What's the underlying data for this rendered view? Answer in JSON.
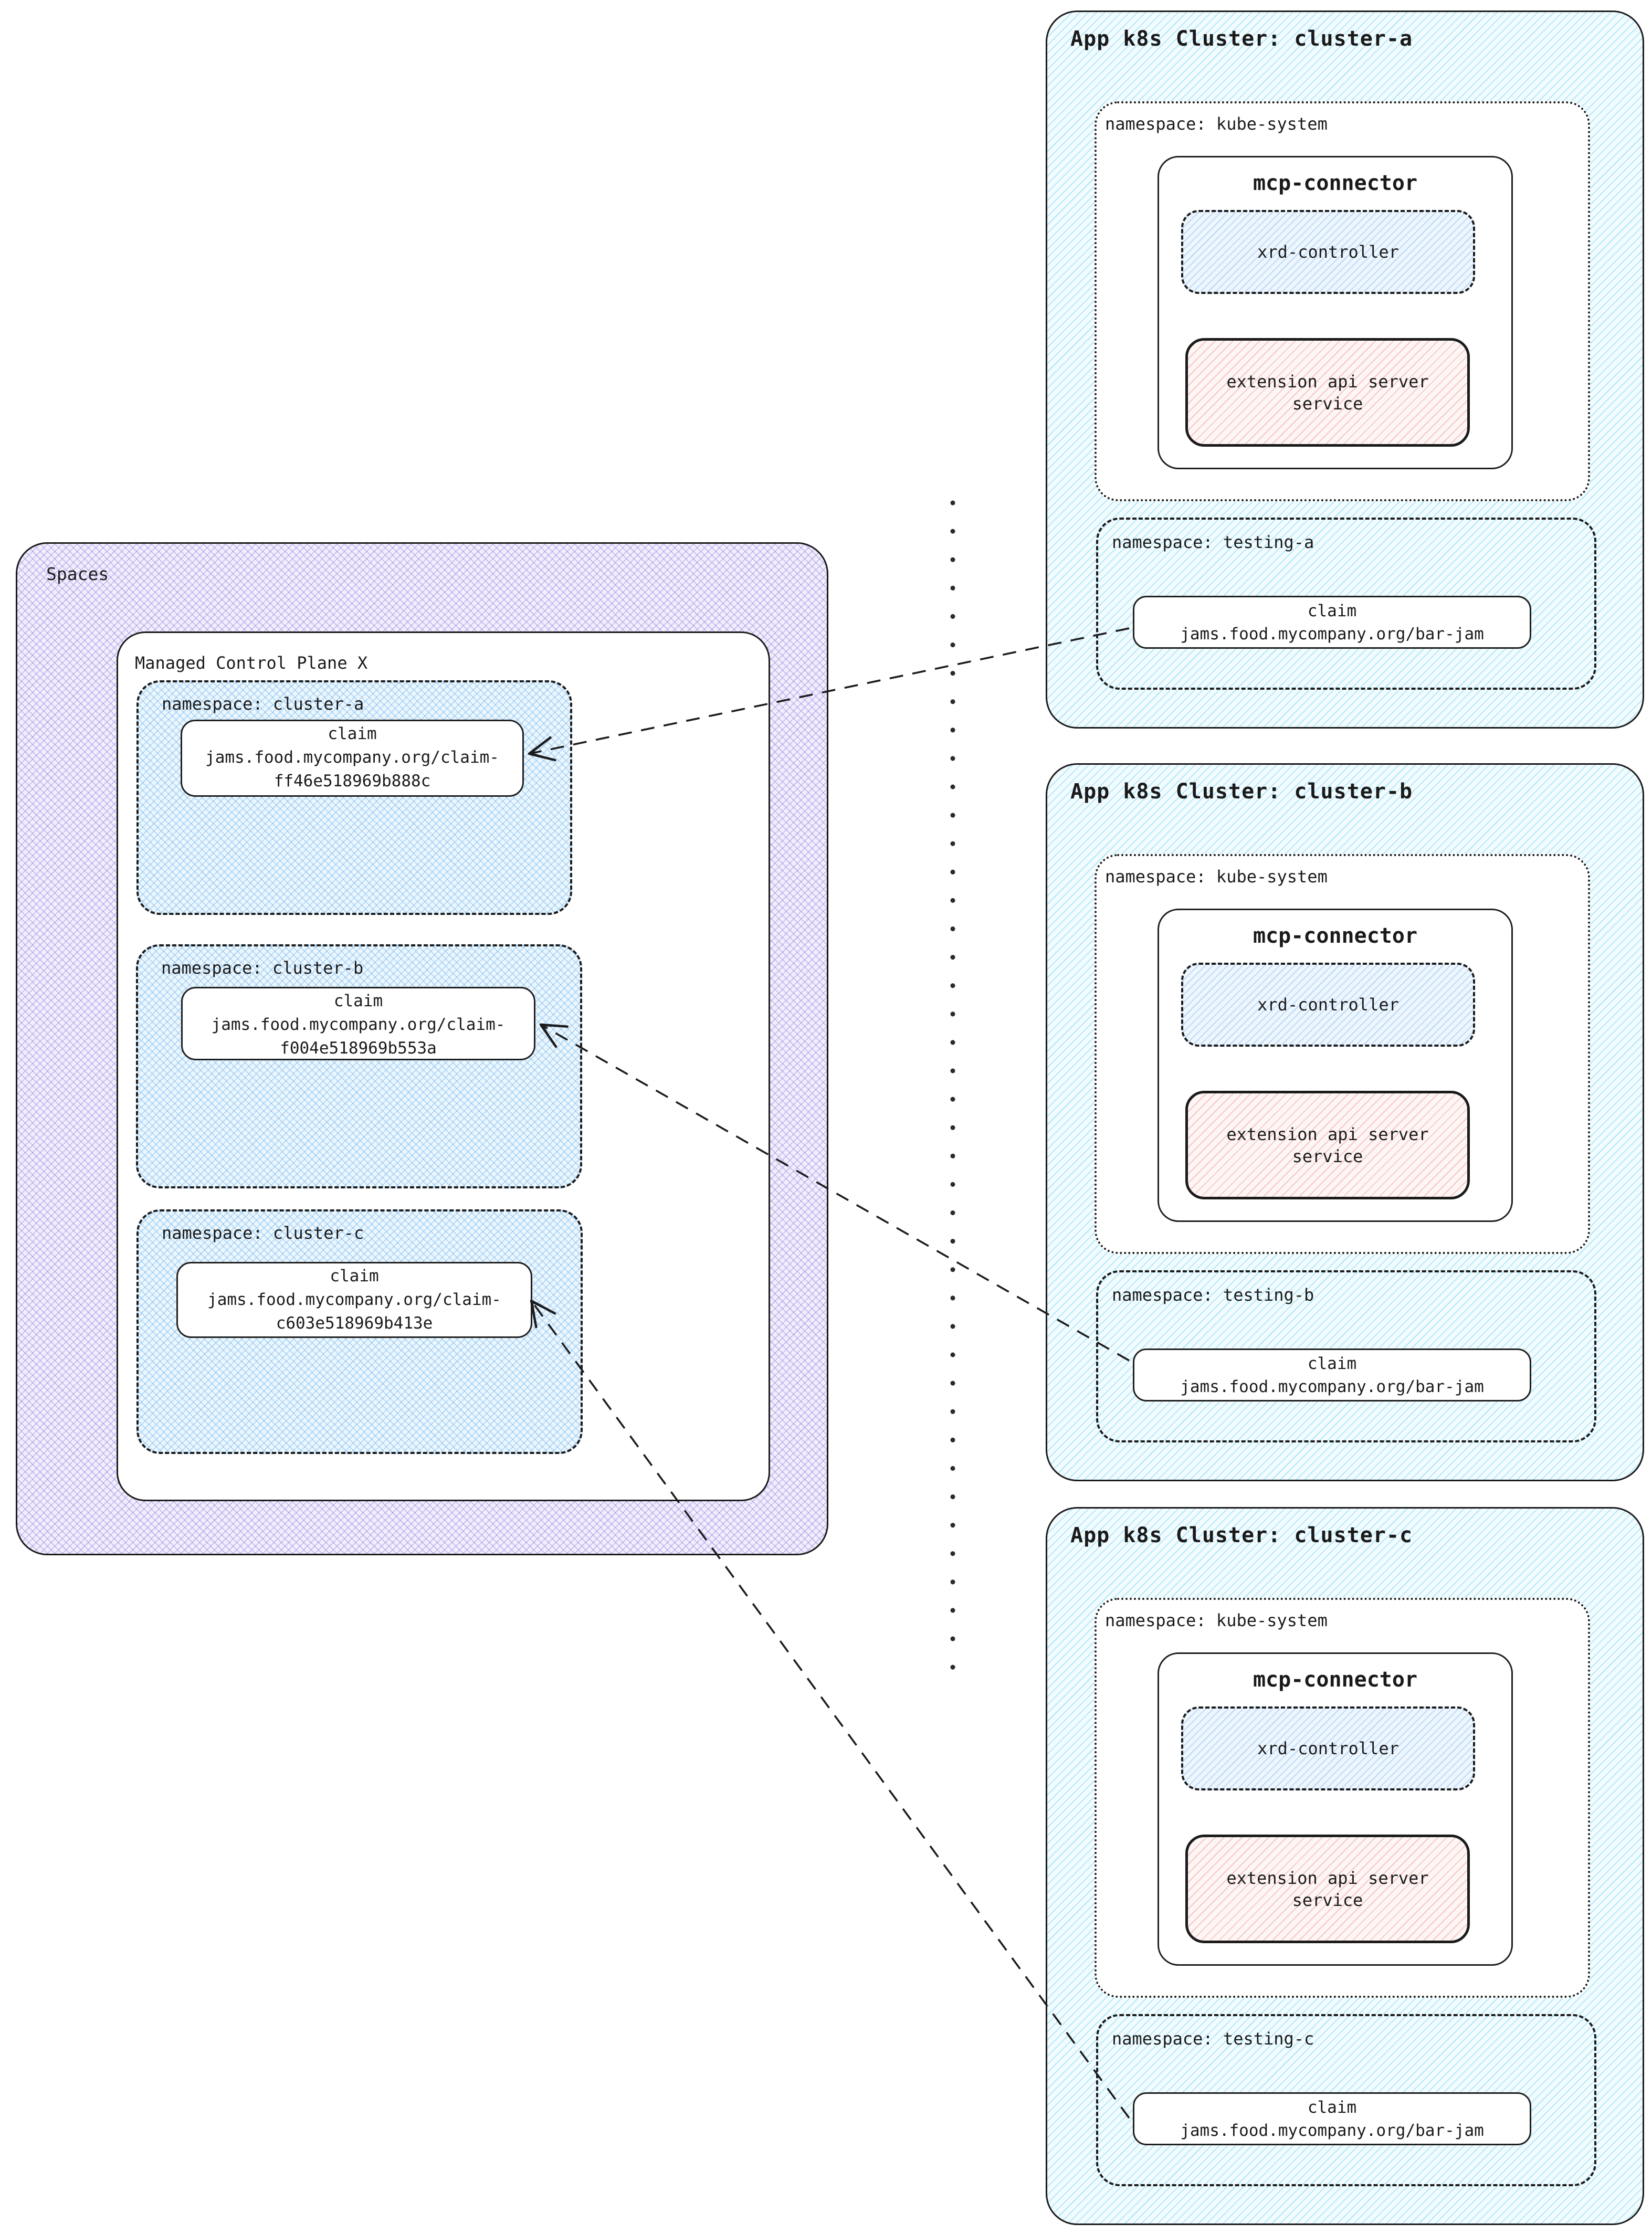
{
  "spaces": {
    "label": "Spaces",
    "control_plane": {
      "label": "Managed Control Plane X",
      "namespaces": [
        {
          "label": "namespace: cluster-a",
          "claim": {
            "title": "claim",
            "line1": "jams.food.mycompany.org/claim-",
            "line2": "ff46e518969b888c"
          }
        },
        {
          "label": "namespace: cluster-b",
          "claim": {
            "title": "claim",
            "line1": "jams.food.mycompany.org/claim-",
            "line2": "f004e518969b553a"
          }
        },
        {
          "label": "namespace: cluster-c",
          "claim": {
            "title": "claim",
            "line1": "jams.food.mycompany.org/claim-",
            "line2": "c603e518969b413e"
          }
        }
      ]
    }
  },
  "clusters": [
    {
      "title": "App k8s Cluster: cluster-a",
      "kube_system": {
        "label": "namespace: kube-system",
        "mcp_connector": {
          "title": "mcp-connector",
          "xrd_controller": "xrd-controller",
          "extension_line1": "extension api server",
          "extension_line2": "service"
        }
      },
      "testing": {
        "label": "namespace: testing-a",
        "claim": {
          "title": "claim",
          "value": "jams.food.mycompany.org/bar-jam"
        }
      }
    },
    {
      "title": "App k8s Cluster: cluster-b",
      "kube_system": {
        "label": "namespace: kube-system",
        "mcp_connector": {
          "title": "mcp-connector",
          "xrd_controller": "xrd-controller",
          "extension_line1": "extension api server",
          "extension_line2": "service"
        }
      },
      "testing": {
        "label": "namespace: testing-b",
        "claim": {
          "title": "claim",
          "value": "jams.food.mycompany.org/bar-jam"
        }
      }
    },
    {
      "title": "App k8s Cluster: cluster-c",
      "kube_system": {
        "label": "namespace: kube-system",
        "mcp_connector": {
          "title": "mcp-connector",
          "xrd_controller": "xrd-controller",
          "extension_line1": "extension api server",
          "extension_line2": "service"
        }
      },
      "testing": {
        "label": "namespace: testing-c",
        "claim": {
          "title": "claim",
          "value": "jams.food.mycompany.org/bar-jam"
        }
      }
    }
  ],
  "palette": {
    "border": "#1b1b1b",
    "spaces_hatch": "#846edc",
    "namespace_hatch": "#5aaaeb",
    "cluster_hatch": "#3cc8eb",
    "xrd_hatch": "#6eaaf0",
    "extension_hatch": "#eb827d"
  }
}
